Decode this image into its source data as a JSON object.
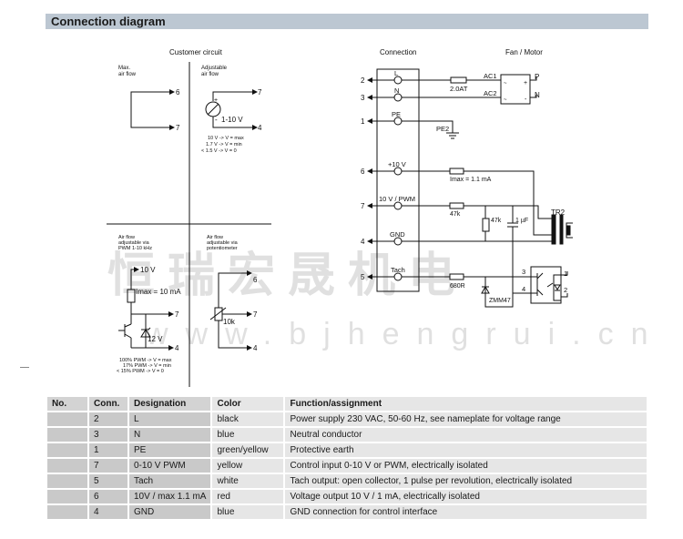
{
  "header": {
    "title": "Connection diagram"
  },
  "customer_circuit": {
    "title": "Customer circuit",
    "max_air_flow": {
      "label_line1": "Max.",
      "label_line2": "air flow",
      "terminal_top": "6",
      "terminal_bottom": "7"
    },
    "adjustable_air_flow": {
      "label_line1": "Adjustable",
      "label_line2": "air flow",
      "plus": "+",
      "minus": "-",
      "source_label": "1-10 V",
      "terminal_top": "7",
      "terminal_bottom": "4",
      "notes": [
        "10 V -> V = max",
        "1.7 V -> V = min",
        "< 1.5 V -> V = 0"
      ]
    },
    "pwm_air_flow": {
      "label_line1": "Air flow",
      "label_line2": "adjustable via",
      "label_line3": "PWM 1-10 kHz",
      "supply": "10 V",
      "imax": "Imax = 10 mA",
      "zener": "12 V",
      "terminal_mid": "7",
      "terminal_bottom": "4",
      "notes": [
        "100% PWM -> V = max",
        "17% PWM -> V = min",
        "< 15% PWM -> V = 0"
      ]
    },
    "pot_air_flow": {
      "label_line1": "Air flow",
      "label_line2": "adjustable via",
      "label_line3": "potentiometer",
      "pot_value": "10k",
      "terminal_top": "6",
      "terminal_mid": "7",
      "terminal_bottom": "4"
    }
  },
  "connection": {
    "title": "Connection",
    "fan_title": "Fan / Motor",
    "terminals": [
      {
        "num": "2",
        "label": "L"
      },
      {
        "num": "3",
        "label": "N"
      },
      {
        "num": "1",
        "label": "PE"
      },
      {
        "num": "6",
        "label": "+10 V"
      },
      {
        "num": "7",
        "label": "10 V / PWM"
      },
      {
        "num": "4",
        "label": "GND"
      },
      {
        "num": "5",
        "label": "Tach"
      }
    ],
    "fuse": "2.0AT",
    "ac1": "AC1",
    "ac2": "AC2",
    "p": "P",
    "n": "N",
    "box_plus": "+",
    "box_minus": "-",
    "box_tilde": "~",
    "pe2": "PE2",
    "imax": "Imax = 1.1 mA",
    "r_series": "47k",
    "r_shunt": "47k",
    "cap": "1 µF",
    "transformer": "TR2",
    "r_tach": "680R",
    "zener": "ZMM47",
    "opto_pins": [
      "3",
      "4",
      "1",
      "2"
    ]
  },
  "watermark": {
    "chinese": "恒瑞宏晟机电",
    "url": "www.bjhengrui.cn"
  },
  "table": {
    "headers": [
      "No.",
      "Conn.",
      "Designation",
      "Color",
      "Function/assignment"
    ],
    "rows": [
      {
        "no": "",
        "conn": "2",
        "designation": "L",
        "color": "black",
        "function": "Power supply 230 VAC, 50-60 Hz, see nameplate for voltage range"
      },
      {
        "no": "",
        "conn": "3",
        "designation": "N",
        "color": "blue",
        "function": "Neutral conductor"
      },
      {
        "no": "",
        "conn": "1",
        "designation": "PE",
        "color": "green/yellow",
        "function": "Protective earth"
      },
      {
        "no": "",
        "conn": "7",
        "designation": "0-10 V PWM",
        "color": "yellow",
        "function": "Control input 0-10 V or PWM, electrically isolated"
      },
      {
        "no": "",
        "conn": "5",
        "designation": "Tach",
        "color": "white",
        "function": "Tach output: open collector, 1 pulse per revolution, electrically isolated"
      },
      {
        "no": "",
        "conn": "6",
        "designation": "10V / max 1.1 mA",
        "color": "red",
        "function": "Voltage output 10 V / 1 mA, electrically isolated"
      },
      {
        "no": "",
        "conn": "4",
        "designation": "GND",
        "color": "blue",
        "function": "GND connection for control interface"
      }
    ]
  }
}
